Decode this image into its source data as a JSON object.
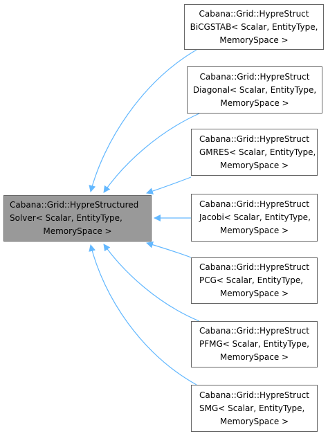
{
  "colors": {
    "edge": "#63b8ff",
    "base_fill": "#999999",
    "node_fill": "#ffffff",
    "border": "#666666"
  },
  "base": {
    "lines": [
      "Cabana::Grid::HypreStructured",
      "Solver< Scalar, EntityType,",
      "MemorySpace >"
    ]
  },
  "derived": [
    {
      "lines": [
        "Cabana::Grid::HypreStruct",
        "BiCGSTAB< Scalar, EntityType,",
        "MemorySpace >"
      ]
    },
    {
      "lines": [
        "Cabana::Grid::HypreStruct",
        "Diagonal< Scalar, EntityType,",
        "MemorySpace >"
      ]
    },
    {
      "lines": [
        "Cabana::Grid::HypreStruct",
        "GMRES< Scalar, EntityType,",
        "MemorySpace >"
      ]
    },
    {
      "lines": [
        "Cabana::Grid::HypreStruct",
        "Jacobi< Scalar, EntityType,",
        "MemorySpace >"
      ]
    },
    {
      "lines": [
        "Cabana::Grid::HypreStruct",
        "PCG< Scalar, EntityType,",
        "MemorySpace >"
      ]
    },
    {
      "lines": [
        "Cabana::Grid::HypreStruct",
        "PFMG< Scalar, EntityType,",
        "MemorySpace >"
      ]
    },
    {
      "lines": [
        "Cabana::Grid::HypreStruct",
        "SMG< Scalar, EntityType,",
        "MemorySpace >"
      ]
    }
  ]
}
